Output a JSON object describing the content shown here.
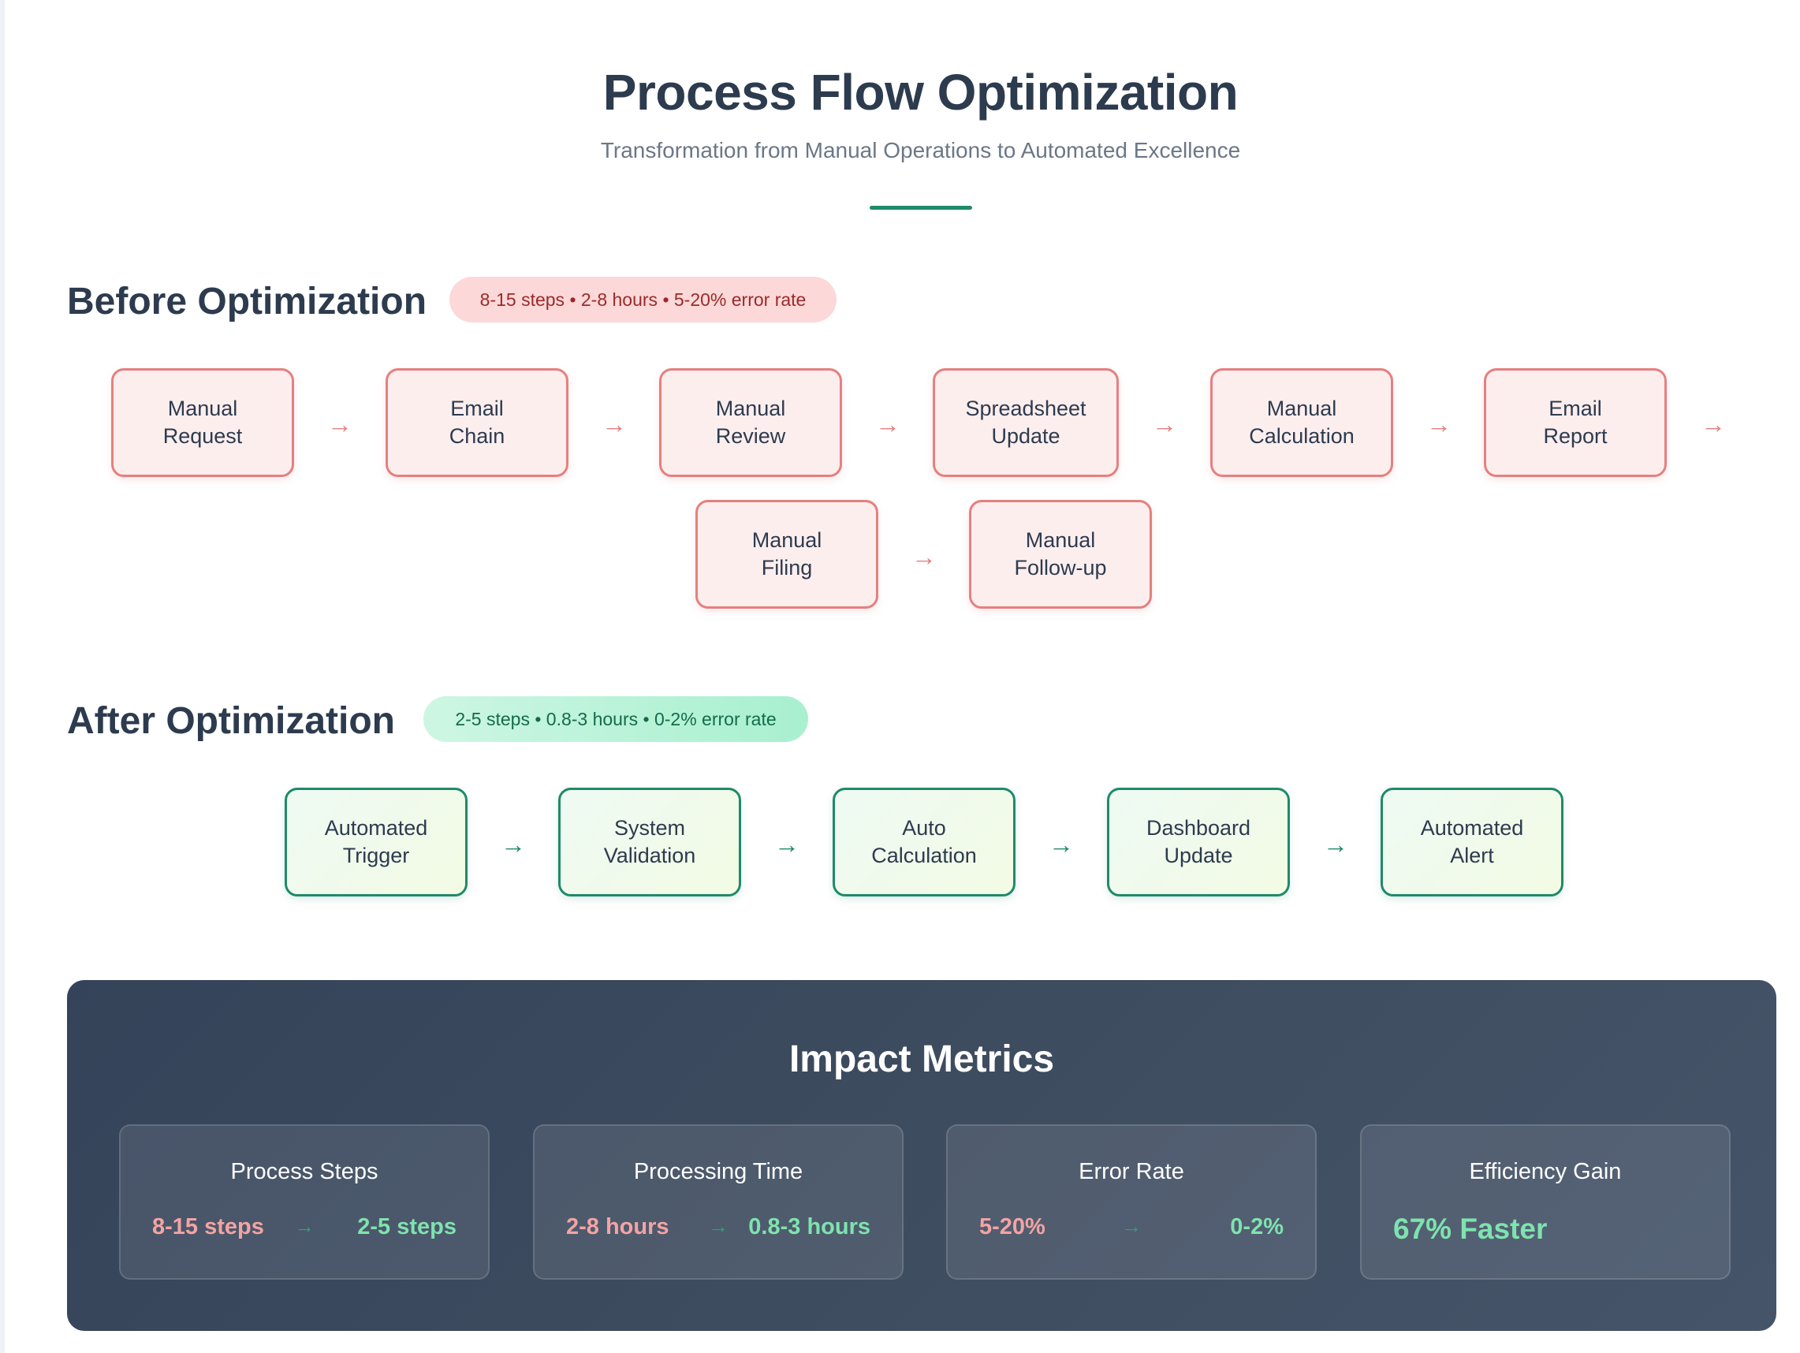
{
  "header": {
    "title": "Process Flow Optimization",
    "subtitle": "Transformation from Manual Operations to Automated Excellence"
  },
  "before": {
    "title": "Before Optimization",
    "badge": "8-15 steps • 2-8 hours • 5-20% error rate",
    "steps": [
      "Manual\nRequest",
      "Email\nChain",
      "Manual\nReview",
      "Spreadsheet\nUpdate",
      "Manual\nCalculation",
      "Email\nReport",
      "Manual\nFiling",
      "Manual\nFollow-up"
    ],
    "arrow": "→"
  },
  "after": {
    "title": "After Optimization",
    "badge": "2-5 steps • 0.8-3 hours • 0-2% error rate",
    "steps": [
      "Automated\nTrigger",
      "System\nValidation",
      "Auto\nCalculation",
      "Dashboard\nUpdate",
      "Automated\nAlert"
    ],
    "arrow": "→"
  },
  "metrics": {
    "title": "Impact Metrics",
    "cards": [
      {
        "label": "Process Steps",
        "before": "8-15 steps",
        "arrow": "→",
        "after": "2-5 steps"
      },
      {
        "label": "Processing Time",
        "before": "2-8 hours",
        "arrow": "→",
        "after": "0.8-3 hours"
      },
      {
        "label": "Error Rate",
        "before": "5-20%",
        "arrow": "→",
        "after": "0-2%"
      },
      {
        "label": "Efficiency Gain",
        "value": "67% Faster"
      }
    ]
  },
  "colors": {
    "heading": "#2d3b4e",
    "accent_green": "#1f8a6a",
    "before_border": "#e5807f",
    "before_fill": "#fdeeee",
    "panel_bg": "#3b4a5e",
    "metric_before": "#f4a3a3",
    "metric_after": "#7ee3ae"
  }
}
